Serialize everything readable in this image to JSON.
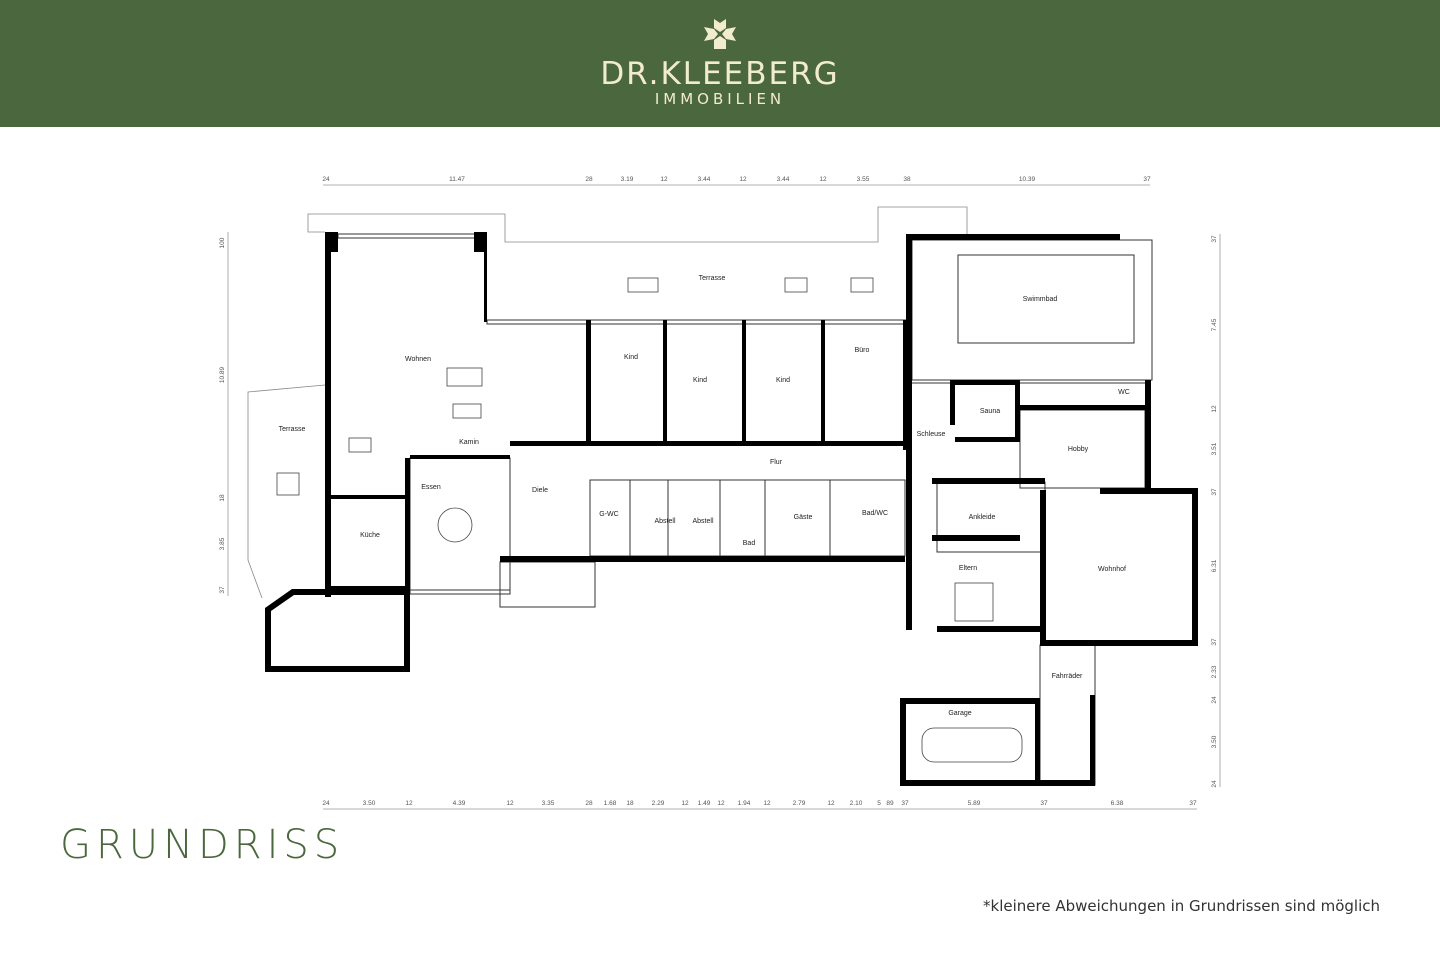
{
  "header": {
    "brand_name": "DR.KLEEBERG",
    "brand_sub": "IMMOBILIEN",
    "logo_icon": "clover-house-icon",
    "background": "#4b673d",
    "text_color": "#f1eccb"
  },
  "title": "GRUNDRISS",
  "note": "*kleinere Abweichungen in Grundrissen sind möglich",
  "rooms": [
    "Terrasse",
    "Swimmbad",
    "Wohnen",
    "Kind",
    "Kind",
    "Kind",
    "Büro",
    "Terrasse",
    "Kamin",
    "Sauna",
    "WC",
    "Schleuse",
    "Flur",
    "Hobby",
    "Essen",
    "Diele",
    "G-WC",
    "Abstell",
    "Abstell",
    "Gäste",
    "Bad/WC",
    "Ankleide",
    "Küche",
    "Bad",
    "Eltern",
    "Wohnhof",
    "Fahrräder",
    "Garage"
  ],
  "dimensions": {
    "top": [
      "24",
      "11.47",
      "28",
      "3.19",
      "12",
      "3.44",
      "12",
      "3.44",
      "12",
      "3.55",
      "38",
      "10.39",
      "37"
    ],
    "bottom": [
      "24",
      "3.50",
      "12",
      "4.39",
      "12",
      "3.35",
      "28",
      "1.68",
      "18",
      "2.29",
      "12",
      "1.49",
      "12",
      "1.94",
      "12",
      "2.79",
      "12",
      "2.10",
      "5",
      "89",
      "37",
      "5.89",
      "37",
      "6.38",
      "37"
    ],
    "right": [
      "37",
      "7.45",
      "12",
      "3.51",
      "37",
      "6.31",
      "37",
      "2.33",
      "24",
      "3.50",
      "24"
    ],
    "left": [
      "100",
      "10.89",
      "18",
      "3.85",
      "37"
    ]
  }
}
